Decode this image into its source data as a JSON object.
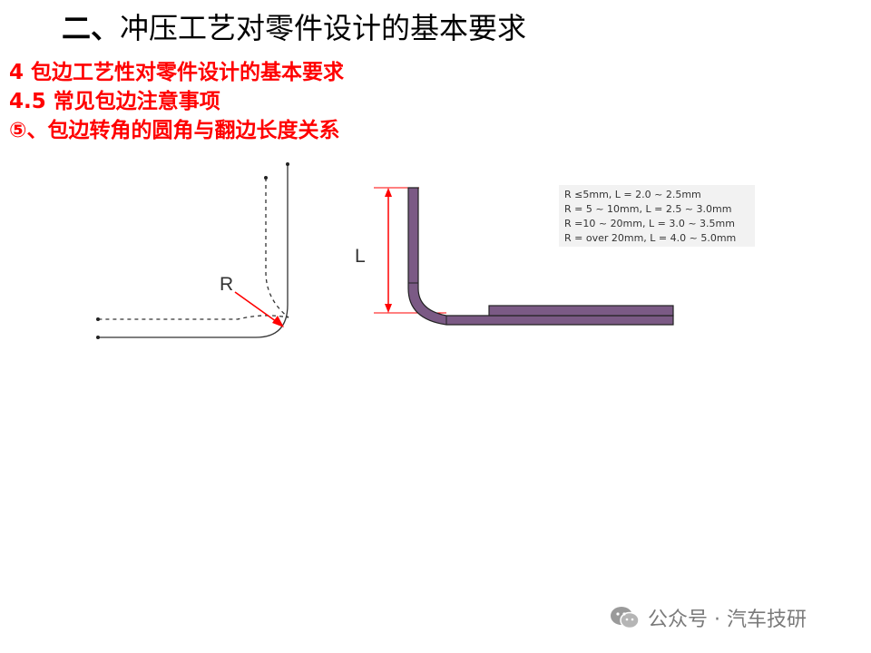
{
  "slide": {
    "title_lead": "二、",
    "title_rest": "冲压工艺对零件设计的基本要求",
    "line1": "4 包边工艺性对零件设计的基本要求",
    "line2": "4.5 常见包边注意事项",
    "line3": "⑤、包边转角的圆角与翻边长度关系"
  },
  "diagram": {
    "radius_label": "R",
    "length_label": "L",
    "part_color": "#7b5a85",
    "arrow_color": "#ff0000"
  },
  "spec_table": {
    "rows": [
      "R ≤5mm,  L = 2.0 ~  2.5mm",
      "R = 5 ~  10mm,  L = 2.5 ~   3.0mm",
      "R =10 ~  20mm,  L = 3.0 ~   3.5mm",
      "R = over 20mm,  L = 4.0 ~   5.0mm"
    ]
  },
  "watermark": {
    "text": "公众号 · 汽车技研",
    "icon": "wechat-icon"
  }
}
